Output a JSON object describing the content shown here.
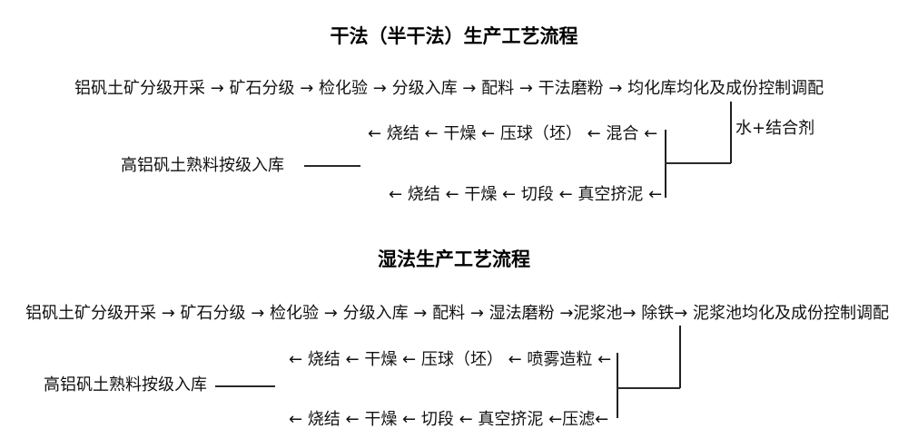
{
  "diagram": {
    "background": "#ffffff",
    "text_color": "#111111",
    "dry_process": {
      "title": "干法（半干法）生产工艺流程",
      "main_flow": "铝矾土矿分级开采 → 矿石分级 → 检化验 → 分级入库 → 配料 → 干法磨粉 → 均化库均化及成份控制调配",
      "additive_label": "水+结合剂",
      "mixing_flow": "← 烧结 ← 干燥 ← 压球（坯） ← 混合 ←",
      "clinker_storage_label": "高铝矾土熟料按级入库",
      "extrusion_flow": "← 烧结 ← 干燥 ← 切段 ← 真空挤泥 ←"
    },
    "wet_process": {
      "title": "湿法生产工艺流程",
      "main_flow": "铝矾土矿分级开采 → 矿石分级 → 检化验 → 分级入库 → 配料 → 湿法磨粉 →泥浆池→ 除铁→ 泥浆池均化及成份控制调配",
      "spray_flow": "← 烧结 ← 干燥 ← 压球（坯） ← 喷雾造粒 ←",
      "clinker_storage_label": "高铝矾土熟料按级入库",
      "extrusion_flow": "← 烧结 ← 干燥 ← 切段 ← 真空挤泥 ←压滤←"
    }
  }
}
